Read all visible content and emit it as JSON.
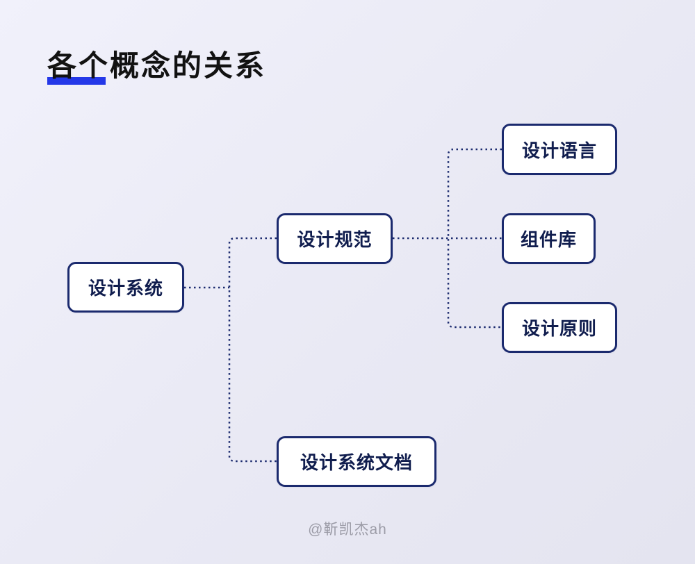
{
  "title": {
    "text": "各个概念的关系"
  },
  "nodes": {
    "root": {
      "label": "设计系统"
    },
    "spec": {
      "label": "设计规范"
    },
    "doc": {
      "label": "设计系统文档"
    },
    "language": {
      "label": "设计语言"
    },
    "components": {
      "label": "组件库"
    },
    "principles": {
      "label": "设计原则"
    }
  },
  "edges": [
    {
      "from": "设计系统",
      "to": "设计规范"
    },
    {
      "from": "设计系统",
      "to": "设计系统文档"
    },
    {
      "from": "设计规范",
      "to": "设计语言"
    },
    {
      "from": "设计规范",
      "to": "组件库"
    },
    {
      "from": "设计规范",
      "to": "设计原则"
    }
  ],
  "watermark": {
    "text": "@靳凯杰ah"
  },
  "colors": {
    "background_start": "#f1f1fb",
    "background_end": "#e4e4f0",
    "node_border": "#1b2a6e",
    "node_text": "#101d4e",
    "connector": "#1b2a6e",
    "title_text": "#121212",
    "title_underline": "#2438e8",
    "watermark_text": "#9b9ba6"
  }
}
